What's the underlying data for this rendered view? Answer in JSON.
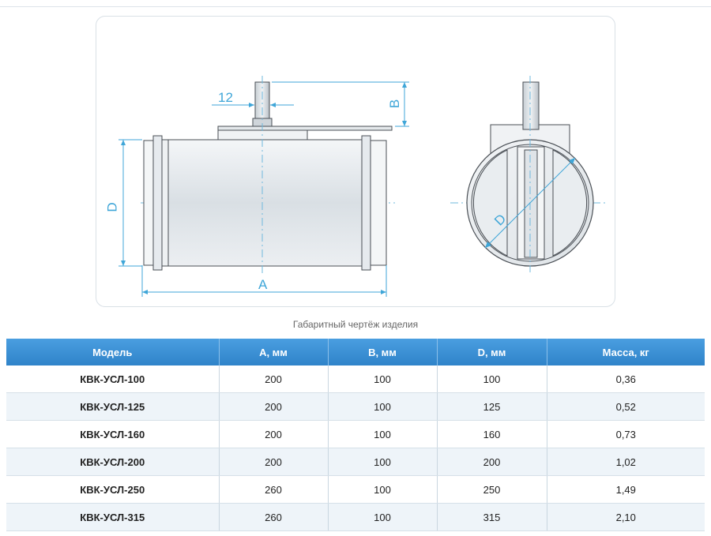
{
  "drawing": {
    "labels": {
      "dim_12": "12",
      "dim_b": "B",
      "dim_d_side": "D",
      "dim_a": "A",
      "dim_d_front": "D"
    },
    "caption": "Габаритный чертёж изделия"
  },
  "table": {
    "headers": [
      "Модель",
      "A, мм",
      "B, мм",
      "D, мм",
      "Масса, кг"
    ],
    "rows": [
      [
        "КВК-УСЛ-100",
        "200",
        "100",
        "100",
        "0,36"
      ],
      [
        "КВК-УСЛ-125",
        "200",
        "100",
        "125",
        "0,52"
      ],
      [
        "КВК-УСЛ-160",
        "200",
        "100",
        "160",
        "0,73"
      ],
      [
        "КВК-УСЛ-200",
        "200",
        "100",
        "200",
        "1,02"
      ],
      [
        "КВК-УСЛ-250",
        "260",
        "100",
        "250",
        "1,49"
      ],
      [
        "КВК-УСЛ-315",
        "260",
        "100",
        "315",
        "2,10"
      ]
    ]
  },
  "colors": {
    "header_bg": "#3b8fd3",
    "dimension": "#3fa6d8",
    "stripe": "#eef4f9"
  }
}
